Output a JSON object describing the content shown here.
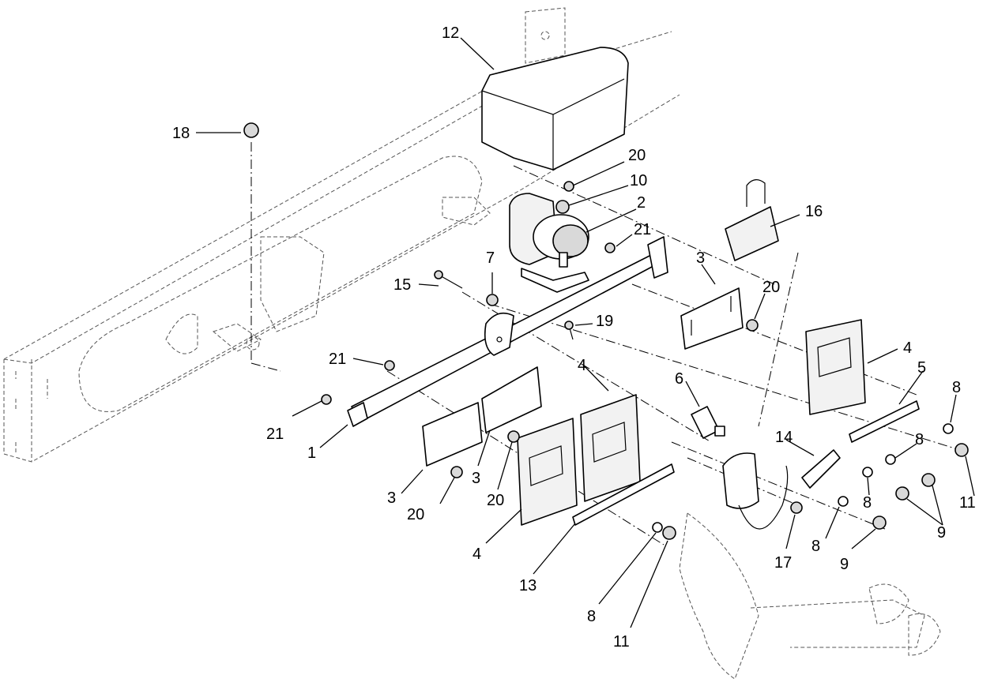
{
  "diagram": {
    "type": "exploded-parts-diagram",
    "callouts": [
      {
        "id": "c1",
        "label": "1"
      },
      {
        "id": "c2",
        "label": "2"
      },
      {
        "id": "c3a",
        "label": "3"
      },
      {
        "id": "c3b",
        "label": "3"
      },
      {
        "id": "c3c",
        "label": "3"
      },
      {
        "id": "c4a",
        "label": "4"
      },
      {
        "id": "c4b",
        "label": "4"
      },
      {
        "id": "c4c",
        "label": "4"
      },
      {
        "id": "c5",
        "label": "5"
      },
      {
        "id": "c6",
        "label": "6"
      },
      {
        "id": "c7",
        "label": "7"
      },
      {
        "id": "c8a",
        "label": "8"
      },
      {
        "id": "c8b",
        "label": "8"
      },
      {
        "id": "c8c",
        "label": "8"
      },
      {
        "id": "c8d",
        "label": "8"
      },
      {
        "id": "c8e",
        "label": "8"
      },
      {
        "id": "c9a",
        "label": "9"
      },
      {
        "id": "c9b",
        "label": "9"
      },
      {
        "id": "c10",
        "label": "10"
      },
      {
        "id": "c11a",
        "label": "11"
      },
      {
        "id": "c11b",
        "label": "11"
      },
      {
        "id": "c12",
        "label": "12"
      },
      {
        "id": "c13",
        "label": "13"
      },
      {
        "id": "c14",
        "label": "14"
      },
      {
        "id": "c15",
        "label": "15"
      },
      {
        "id": "c16",
        "label": "16"
      },
      {
        "id": "c17",
        "label": "17"
      },
      {
        "id": "c18",
        "label": "18"
      },
      {
        "id": "c19",
        "label": "19"
      },
      {
        "id": "c20a",
        "label": "20"
      },
      {
        "id": "c20b",
        "label": "20"
      },
      {
        "id": "c20c",
        "label": "20"
      },
      {
        "id": "c20d",
        "label": "20"
      },
      {
        "id": "c21a",
        "label": "21"
      },
      {
        "id": "c21b",
        "label": "21"
      },
      {
        "id": "c21c",
        "label": "21"
      }
    ]
  }
}
